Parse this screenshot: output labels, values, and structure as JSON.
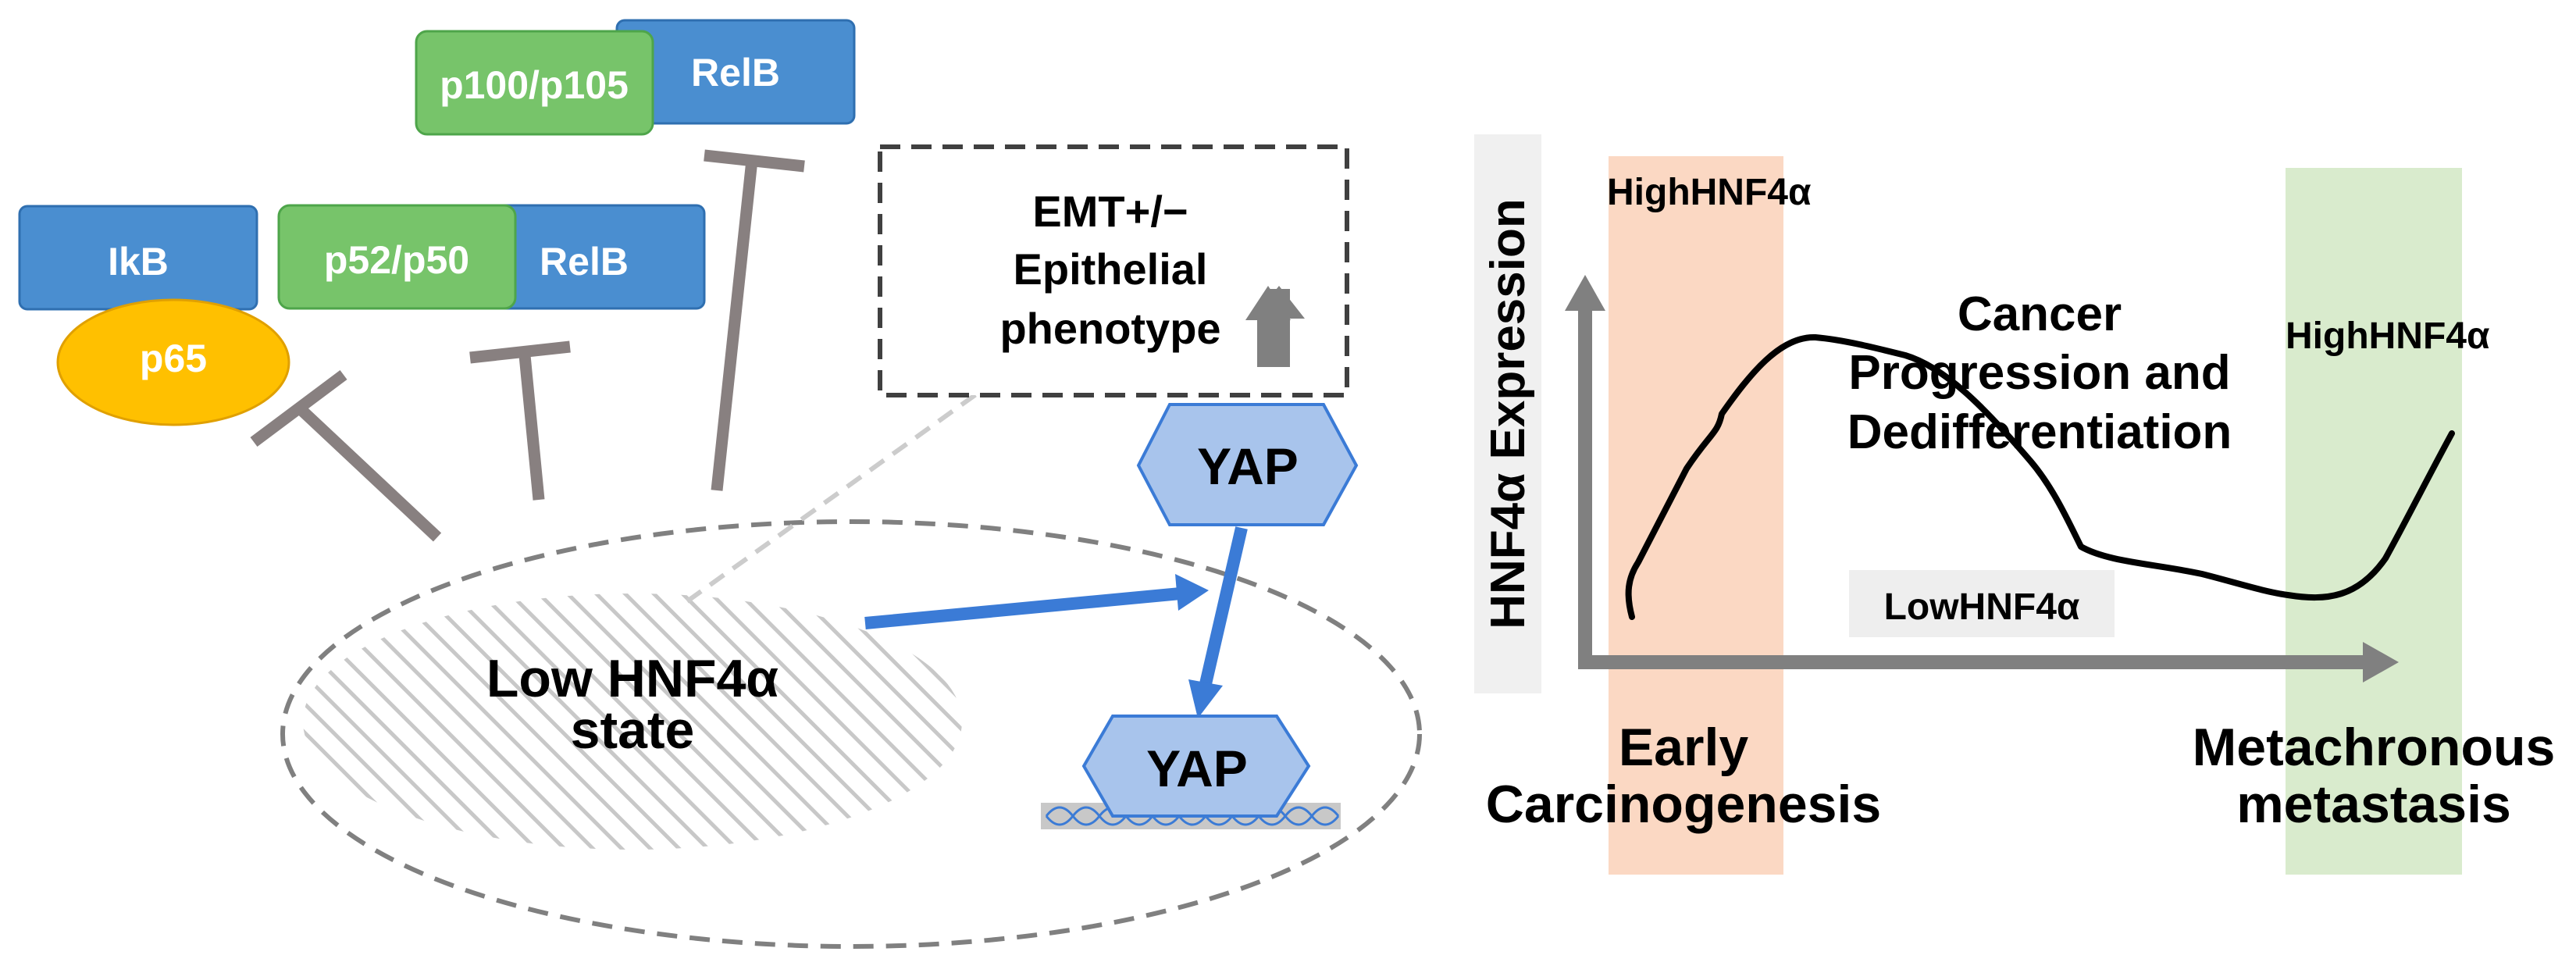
{
  "colors": {
    "blue_box": "#4a8ed0",
    "blue_box_stroke": "#2f6fb0",
    "green_box": "#77c46a",
    "green_box_stroke": "#4ea54a",
    "yellow_oval": "#ffc000",
    "inhibitor_gray": "#888080",
    "yap_fill": "#a8c4ec",
    "yap_stroke": "#3b7bd6",
    "arrow_blue": "#3b7bd6",
    "early_band": "#fbd8c3",
    "meta_band": "#d9ebcd",
    "axis_gray": "#808080",
    "curve": "#000000",
    "dashed_gray": "#808080",
    "low_label_bg": "#eeeeee"
  },
  "left_panel": {
    "ikb_label": "IkB",
    "p65_label": "p65",
    "p52p50_label": "p52/p50",
    "relb_lower_label": "RelB",
    "p100p105_label": "p100/p105",
    "relb_upper_label": "RelB",
    "emt_box": {
      "line1": "EMT+/−",
      "line2": "Epithelial",
      "line3": "phenotype"
    },
    "yap_upper_label": "YAP",
    "yap_lower_label": "YAP",
    "state_label": {
      "line1": "Low HNF4α",
      "line2": "state"
    }
  },
  "right_panel": {
    "y_axis_label": "HNF4α Expression",
    "high_left_label": "HighHNF4α",
    "high_right_label": "HighHNF4α",
    "low_label": "LowHNF4α",
    "progression_label": {
      "line1": "Cancer",
      "line2": "Progression and",
      "line3": "Dedifferentiation"
    },
    "early_label": {
      "line1": "Early",
      "line2": "Carcinogenesis"
    },
    "meta_label": {
      "line1": "Metachronous",
      "line2": "metastasis"
    }
  }
}
